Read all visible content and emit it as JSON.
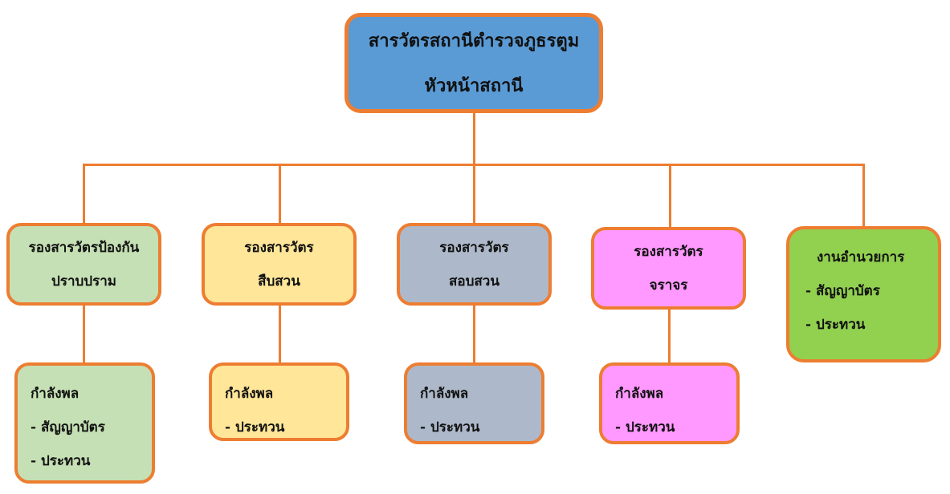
{
  "head": {
    "lines": [
      "สารวัตรสถานีตำรวจภูธรตูม",
      "หัวหน้าสถานี"
    ],
    "color": "#5b9bd5"
  },
  "divisions": [
    {
      "title": [
        "รองสารวัตรป้องกัน",
        "ปราบปราม"
      ],
      "color": "#c5e0b4",
      "staff": [
        "กำลังพล",
        "- สัญญาบัตร",
        "- ประทวน"
      ]
    },
    {
      "title": [
        "รองสารวัตร",
        "สืบสวน"
      ],
      "color": "#ffe699",
      "staff": [
        "กำลังพล",
        "- ประทวน"
      ]
    },
    {
      "title": [
        "รองสารวัตร",
        "สอบสวน"
      ],
      "color": "#adb9ca",
      "staff": [
        "กำลังพล",
        "- ประทวน"
      ]
    },
    {
      "title": [
        "รองสารวัตร",
        "จราจร"
      ],
      "color": "#ff99ff",
      "staff": [
        "กำลังพล",
        "- ประทวน"
      ]
    },
    {
      "title": [
        "งานอำนวยการ",
        "- สัญญาบัตร",
        "- ประทวน"
      ],
      "color": "#92d050"
    }
  ],
  "connector_color": "#ed7d31"
}
